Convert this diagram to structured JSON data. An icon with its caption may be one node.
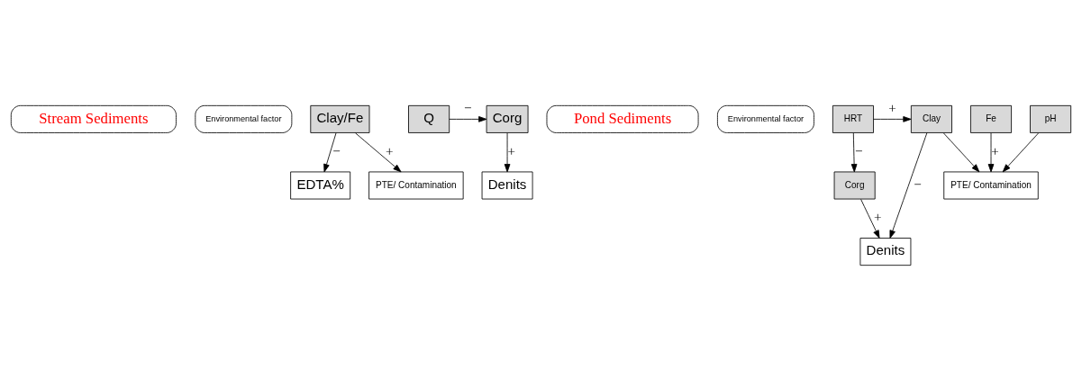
{
  "diagram": {
    "nodes": [
      {
        "text": [
          "Stream Sediments"
        ]
      },
      {
        "text": [
          "Environmental factor"
        ]
      },
      {
        "text": [
          "Clay/Fe"
        ]
      },
      {
        "text": [
          "Corg"
        ]
      },
      {
        "text": [
          "Q"
        ]
      },
      {
        "text": [
          "EDTA%"
        ]
      },
      {
        "text": [
          "Denits"
        ]
      },
      {
        "text": [
          "PTE/ Contamination"
        ]
      },
      {
        "text": [
          "Pond Sediments"
        ]
      },
      {
        "text": [
          "Environmental factor"
        ]
      },
      {
        "text": [
          "PTE/ Contamination"
        ]
      },
      {
        "text": [
          "Clay"
        ]
      },
      {
        "text": [
          "Fe"
        ]
      },
      {
        "text": [
          "pH"
        ]
      },
      {
        "text": [
          "Corg"
        ]
      },
      {
        "text": [
          "HRT"
        ]
      },
      {
        "text": [
          "Denits"
        ]
      }
    ],
    "edges": [
      {
        "from": 4,
        "to": 3,
        "arrow": "to",
        "label": "−"
      },
      {
        "from": 2,
        "to": 5,
        "arrow": "to",
        "label": "−"
      },
      {
        "from": 2,
        "to": 7,
        "arrow": "to",
        "label": "+"
      },
      {
        "from": 3,
        "to": 6,
        "arrow": "to",
        "label": "+"
      },
      {
        "from": 15,
        "to": 11,
        "arrow": "to",
        "label": "+"
      },
      {
        "from": 15,
        "to": 14,
        "arrow": "to",
        "label": "−"
      },
      {
        "from": 11,
        "to": 10,
        "arrow": "to"
      },
      {
        "from": 12,
        "to": 10,
        "arrow": "to",
        "label": "+"
      },
      {
        "from": 13,
        "to": 10,
        "arrow": "to"
      },
      {
        "from": 11,
        "to": 16,
        "arrow": "to",
        "label": "−"
      },
      {
        "from": 14,
        "to": 16,
        "arrow": "to",
        "label": "+"
      }
    ]
  }
}
